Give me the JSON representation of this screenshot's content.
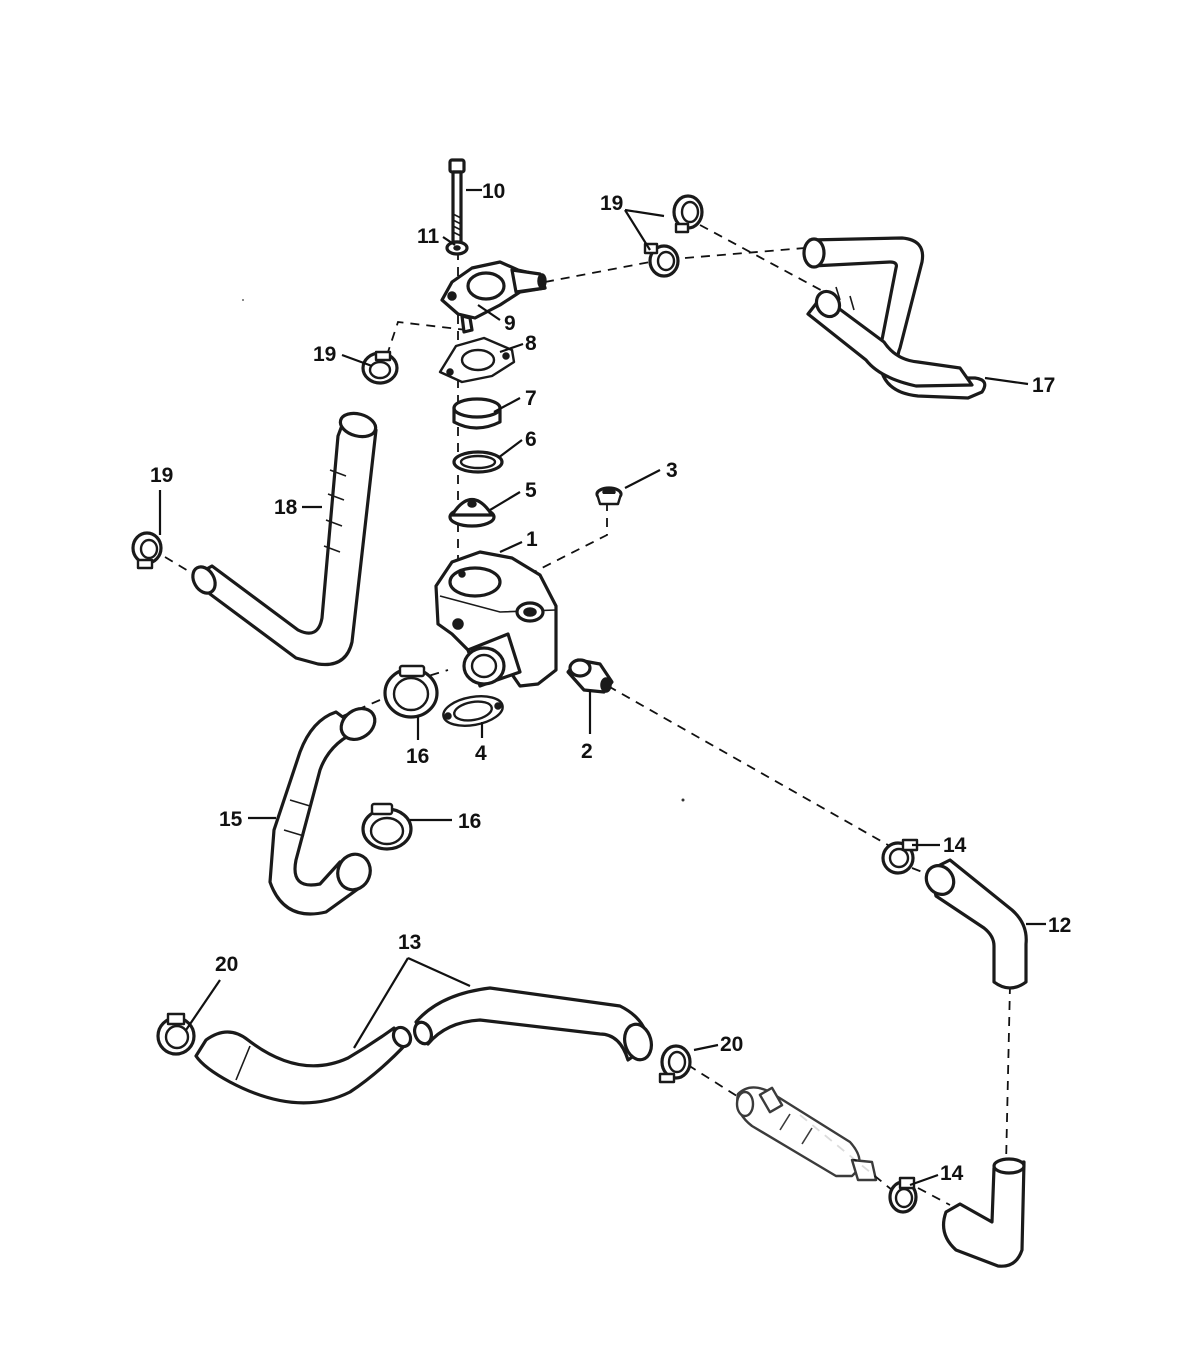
{
  "callouts": {
    "c1": "1",
    "c2": "2",
    "c3": "3",
    "c4": "4",
    "c5": "5",
    "c6": "6",
    "c7": "7",
    "c8": "8",
    "c9": "9",
    "c10": "10",
    "c11": "11",
    "c12": "12",
    "c13": "13",
    "c14a": "14",
    "c14b": "14",
    "c15": "15",
    "c16a": "16",
    "c16b": "16",
    "c17": "17",
    "c18": "18",
    "c19a": "19",
    "c19b": "19",
    "c19c": "19",
    "c20a": "20",
    "c20b": "20"
  }
}
